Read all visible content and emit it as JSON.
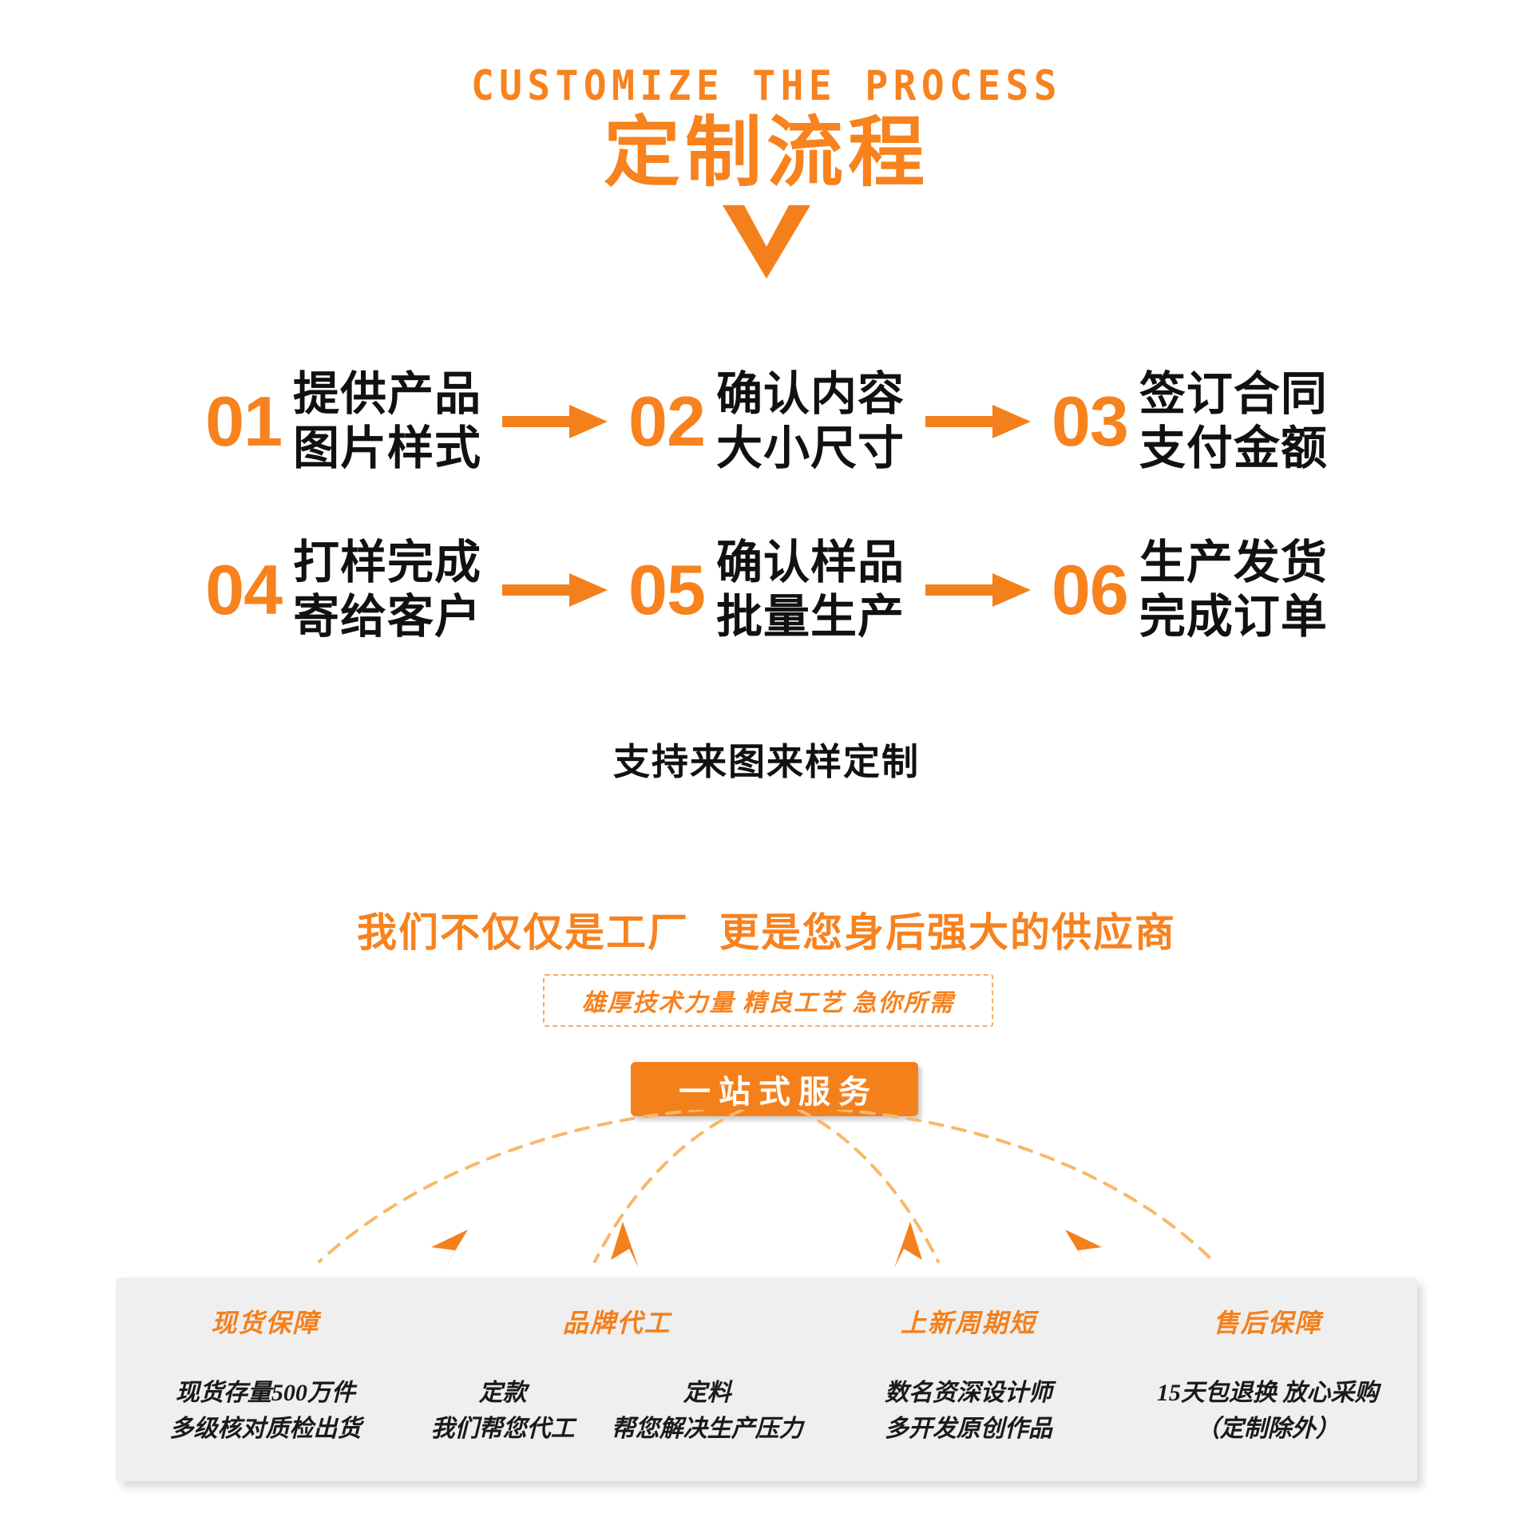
{
  "header": {
    "english_title": "CUSTOMIZE THE PROCESS",
    "chinese_title": "定制流程",
    "chevron_icon": "chevron-down-icon",
    "accent_color": "#f7821e"
  },
  "process": {
    "rows": [
      [
        {
          "num": "01",
          "line1": "提供产品",
          "line2": "图片样式"
        },
        {
          "num": "02",
          "line1": "确认内容",
          "line2": "大小尺寸"
        },
        {
          "num": "03",
          "line1": "签订合同",
          "line2": "支付金额"
        }
      ],
      [
        {
          "num": "04",
          "line1": "打样完成",
          "line2": "寄给客户"
        },
        {
          "num": "05",
          "line1": "确认样品",
          "line2": "批量生产"
        },
        {
          "num": "06",
          "line1": "生产发货",
          "line2": "完成订单"
        }
      ]
    ],
    "arrow_icon": "arrow-right-icon",
    "note": "支持来图来样定制"
  },
  "promo": {
    "slogan_left": "我们不仅仅是工厂",
    "slogan_right": "更是您身后强大的供应商",
    "dashed_box_text": "雄厚技术力量 精良工艺 急你所需",
    "pill_label": "一站式服务",
    "connector_icon": "dashed-curve-arrow-icon"
  },
  "features": [
    {
      "title": "现货保障",
      "lines": [
        "现货存量500万件",
        "多级核对质检出货"
      ]
    },
    {
      "title": "品牌代工",
      "columns": [
        [
          "定款",
          "我们帮您代工"
        ],
        [
          "定料",
          "帮您解决生产压力"
        ]
      ]
    },
    {
      "title": "上新周期短",
      "lines": [
        "数名资深设计师",
        "多开发原创作品"
      ]
    },
    {
      "title": "售后保障",
      "lines": [
        "15天包退换 放心采购",
        "（定制除外）"
      ]
    }
  ]
}
